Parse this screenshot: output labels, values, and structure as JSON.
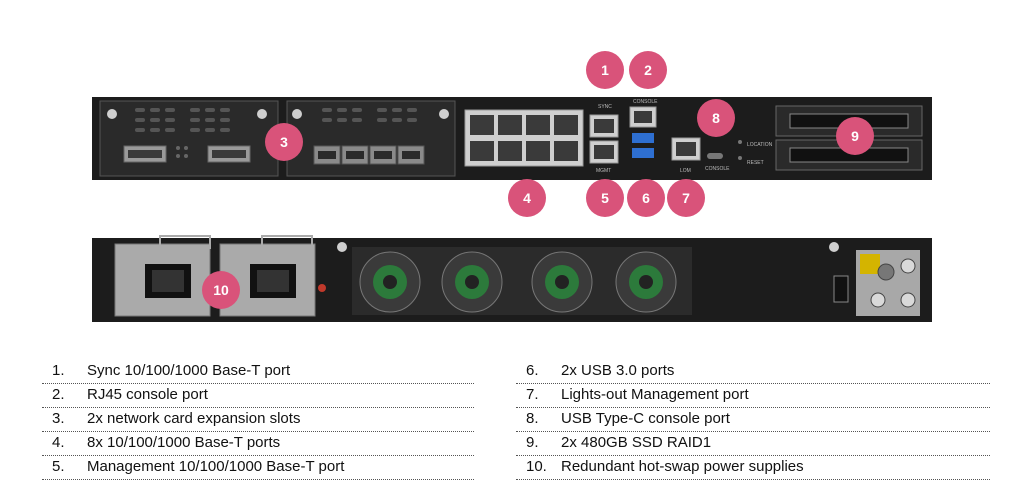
{
  "callouts": [
    {
      "number": "1"
    },
    {
      "number": "2"
    },
    {
      "number": "3"
    },
    {
      "number": "4"
    },
    {
      "number": "5"
    },
    {
      "number": "6"
    },
    {
      "number": "7"
    },
    {
      "number": "8"
    },
    {
      "number": "9"
    },
    {
      "number": "10"
    }
  ],
  "panel_labels": {
    "sync": "SYNC",
    "console_top": "CONSOLE",
    "mgmt": "MGMT",
    "lom": "LOM",
    "console": "CONSOLE",
    "location": "LOCATION",
    "reset": "RESET"
  },
  "legend": {
    "left": [
      {
        "num": "1.",
        "text": "Sync 10/100/1000 Base-T port"
      },
      {
        "num": "2.",
        "text": "RJ45 console port"
      },
      {
        "num": "3.",
        "text": "2x network card expansion slots"
      },
      {
        "num": "4.",
        "text": "8x 10/100/1000 Base-T ports"
      },
      {
        "num": "5.",
        "text": "Management 10/100/1000 Base-T port"
      }
    ],
    "right": [
      {
        "num": "6.",
        "text": "2x USB 3.0 ports"
      },
      {
        "num": "7.",
        "text": "Lights-out Management port"
      },
      {
        "num": "8.",
        "text": "USB Type-C console port"
      },
      {
        "num": "9.",
        "text": "2x 480GB SSD RAID1"
      },
      {
        "num": "10.",
        "text": "Redundant hot-swap power supplies"
      }
    ]
  },
  "colors": {
    "callout": "#d9537a",
    "chassis": "#1e1e1e",
    "port": "#d8d8d8"
  }
}
